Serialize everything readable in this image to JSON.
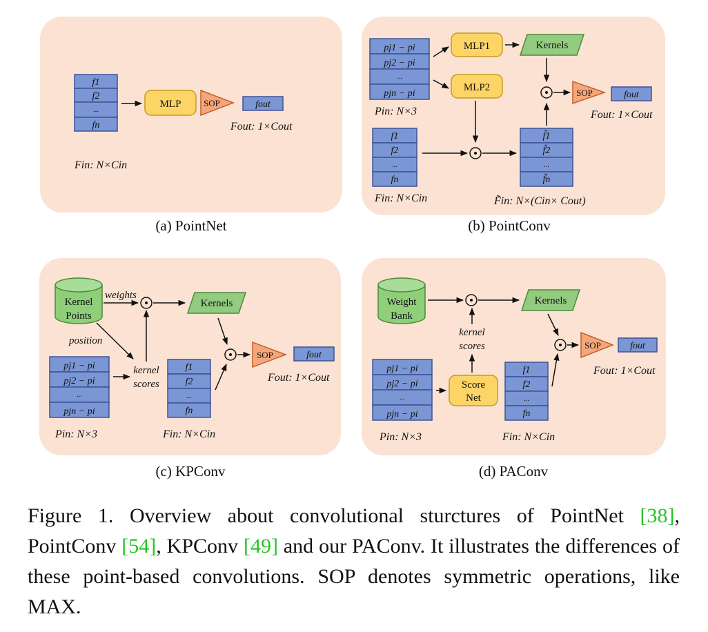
{
  "panels": {
    "pointnet": {
      "caption": "(a) PointNet",
      "input_rows": [
        "f1",
        "f2",
        "...",
        "fn"
      ],
      "mlp": "MLP",
      "sop": "SOP",
      "output": "fout",
      "fout_label": "Fout: 1×Cout",
      "fin_label": "Fin: N×Cin"
    },
    "pointconv": {
      "caption": "(b) PointConv",
      "pos_rows": [
        "pj1 − pi",
        "pj2 − pi",
        "...",
        "pjn − pi"
      ],
      "pin_label": "Pin: N×3",
      "mlp1": "MLP1",
      "mlp2": "MLP2",
      "kernels": "Kernels",
      "sop": "SOP",
      "output": "fout",
      "fout_label": "Fout: 1×Cout",
      "feat_rows": [
        "f1",
        "f2",
        "...",
        "fn"
      ],
      "fin_label": "Fin: N×Cin",
      "tilde_rows": [
        "f̃1",
        "f̃2",
        "...",
        "f̃n"
      ],
      "tilde_label": "F̃in: N×(Cin× Cout)"
    },
    "kpconv": {
      "caption": "(c) KPConv",
      "kernel_points": [
        "Kernel",
        "Points"
      ],
      "weights": "weights",
      "position": "position",
      "kernels": "Kernels",
      "kernel_scores": [
        "kernel",
        "scores"
      ],
      "pos_rows": [
        "pj1 − pi",
        "pj2 − pi",
        "...",
        "pjn − pi"
      ],
      "pin_label": "Pin: N×3",
      "feat_rows": [
        "f1",
        "f2",
        "...",
        "fn"
      ],
      "fin_label": "Fin: N×Cin",
      "sop": "SOP",
      "output": "fout",
      "fout_label": "Fout: 1×Cout"
    },
    "paconv": {
      "caption": "(d) PAConv",
      "weight_bank": [
        "Weight",
        "Bank"
      ],
      "kernels": "Kernels",
      "kernel_scores": [
        "kernel",
        "scores"
      ],
      "score_net": [
        "Score",
        "Net"
      ],
      "pos_rows": [
        "pj1 − pi",
        "pj2 − pi",
        "...",
        "pjn − pi"
      ],
      "pin_label": "Pin: N×3",
      "feat_rows": [
        "f1",
        "f2",
        "...",
        "fn"
      ],
      "fin_label": "Fin: N×Cin",
      "sop": "SOP",
      "output": "fout",
      "fout_label": "Fout: 1×Cout"
    }
  },
  "figure_caption": {
    "prefix": "Figure 1. Overview about convolutional sturctures of PointNet ",
    "ref1": "[38]",
    "mid1": ", PointConv ",
    "ref2": "[54]",
    "mid2": ", KPConv ",
    "ref3": "[49]",
    "suffix": " and our PAConv. It illustrates the differences of these point-based convolutions.  SOP denotes symmetric operations, like MAX."
  },
  "colors": {
    "panel_bg": "#fbe2d3",
    "cell_fill": "#7b96d4",
    "cell_stroke": "#3c5296",
    "mlp_fill": "#fdd466",
    "mlp_stroke": "#c89a22",
    "sop_fill": "#f5a77a",
    "sop_stroke": "#c0602e",
    "kernels_fill": "#93cc80",
    "kernels_stroke": "#4b8a3a",
    "cylinder_fill": "#8fcf7a",
    "ref_green": "#22c522"
  }
}
